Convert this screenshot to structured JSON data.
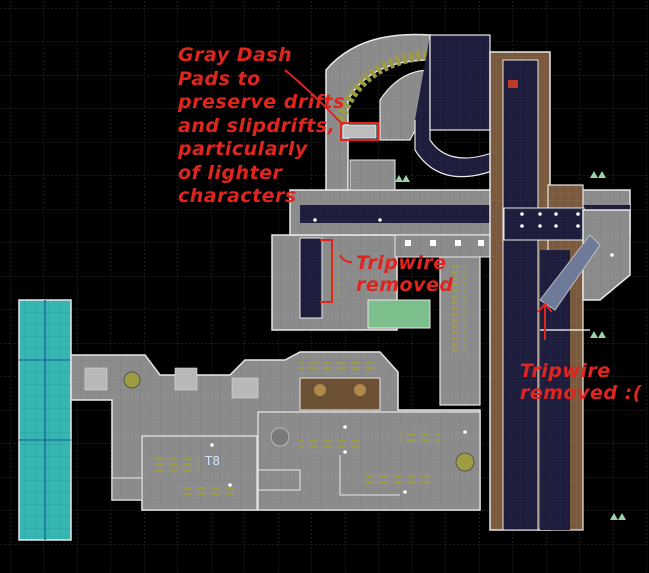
{
  "annotations": {
    "dash_pads": "Gray Dash\nPads to\npreserve drifts\nand slipdrifts,\nparticularly\nof lighter\ncharacters",
    "tripwire_left": "Tripwire\nremoved",
    "tripwire_right": "Tripwire\nremoved :("
  },
  "labels": {
    "area_t8": "T8"
  },
  "colors": {
    "background": "#000000",
    "grid": "#3a3a3a",
    "floor": "#8a8a8a",
    "floor_light": "#a0a0a0",
    "wall": "#e8e8e8",
    "dark_floor": "#1d1d3a",
    "brown_rail": "#7a5b3f",
    "water": "#2fb4b0",
    "accent_yellow": "#9a9a3a",
    "annotation_red": "#e0241f"
  }
}
